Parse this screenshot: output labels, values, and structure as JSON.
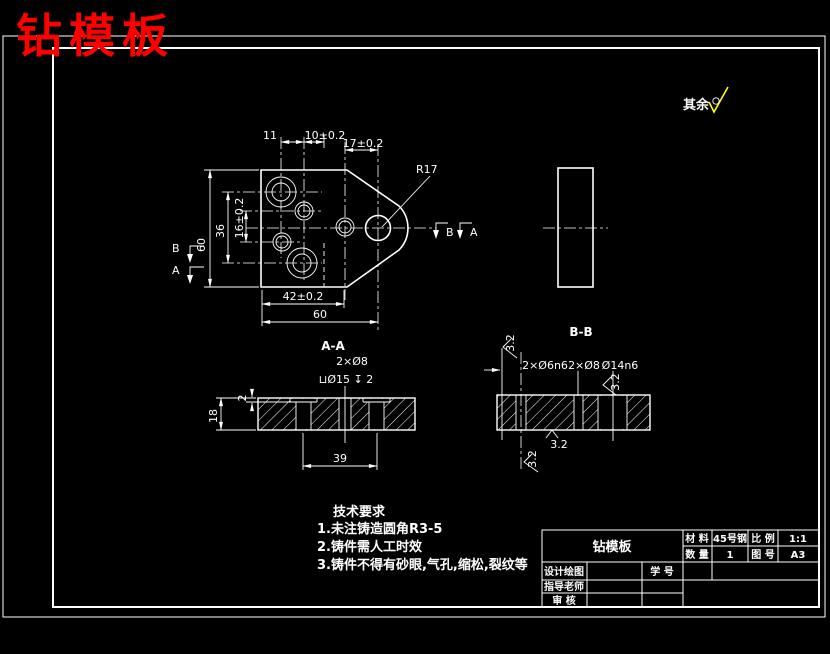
{
  "overlay_title": "钻模板",
  "surface_note_label": "其余",
  "main_view": {
    "dim_11": "11",
    "dim_10": "10±0.2",
    "dim_17": "17±0.2",
    "radius_note": "R17",
    "dim_height_60": "60",
    "dim_36": "36",
    "dim_16": "16±0.2",
    "dim_42": "42±0.2",
    "dim_width_60": "60",
    "section_mark_b": "B",
    "section_mark_a": "A"
  },
  "section_aa": {
    "label": "A-A",
    "holes_note": "2×Ø8",
    "counterbore_note": "⊔Ø15 ↧ 2",
    "dim_39": "39",
    "dim_18": "18",
    "dim_2": "2"
  },
  "section_bb": {
    "label": "B-B",
    "note_left": "2×Ø6n6",
    "note_mid": "2×Ø8",
    "note_right": "Ø14n6",
    "roughness": "3.2"
  },
  "tech_requirements": {
    "title": "技术要求",
    "items": [
      "1.未注铸造圆角R3-5",
      "2.铸件需人工时效",
      "3.铸件不得有砂眼,气孔,缩松,裂纹等"
    ]
  },
  "title_block": {
    "part_name": "钻模板",
    "material_label": "材 料",
    "material_value": "45号钢",
    "scale_label": "比 例",
    "scale_value": "1:1",
    "qty_label": "数 量",
    "qty_value": "1",
    "drawing_no_label": "图 号",
    "drawing_no_value": "A3",
    "designer_label": "设计绘图",
    "student_id_label": "学 号",
    "advisor_label": "指导老师",
    "checker_label": "审 核"
  },
  "colors": {
    "background": "#000000",
    "line": "#ffffff",
    "title_red": "#ff0000",
    "symbol_yellow": "#ffff00"
  }
}
